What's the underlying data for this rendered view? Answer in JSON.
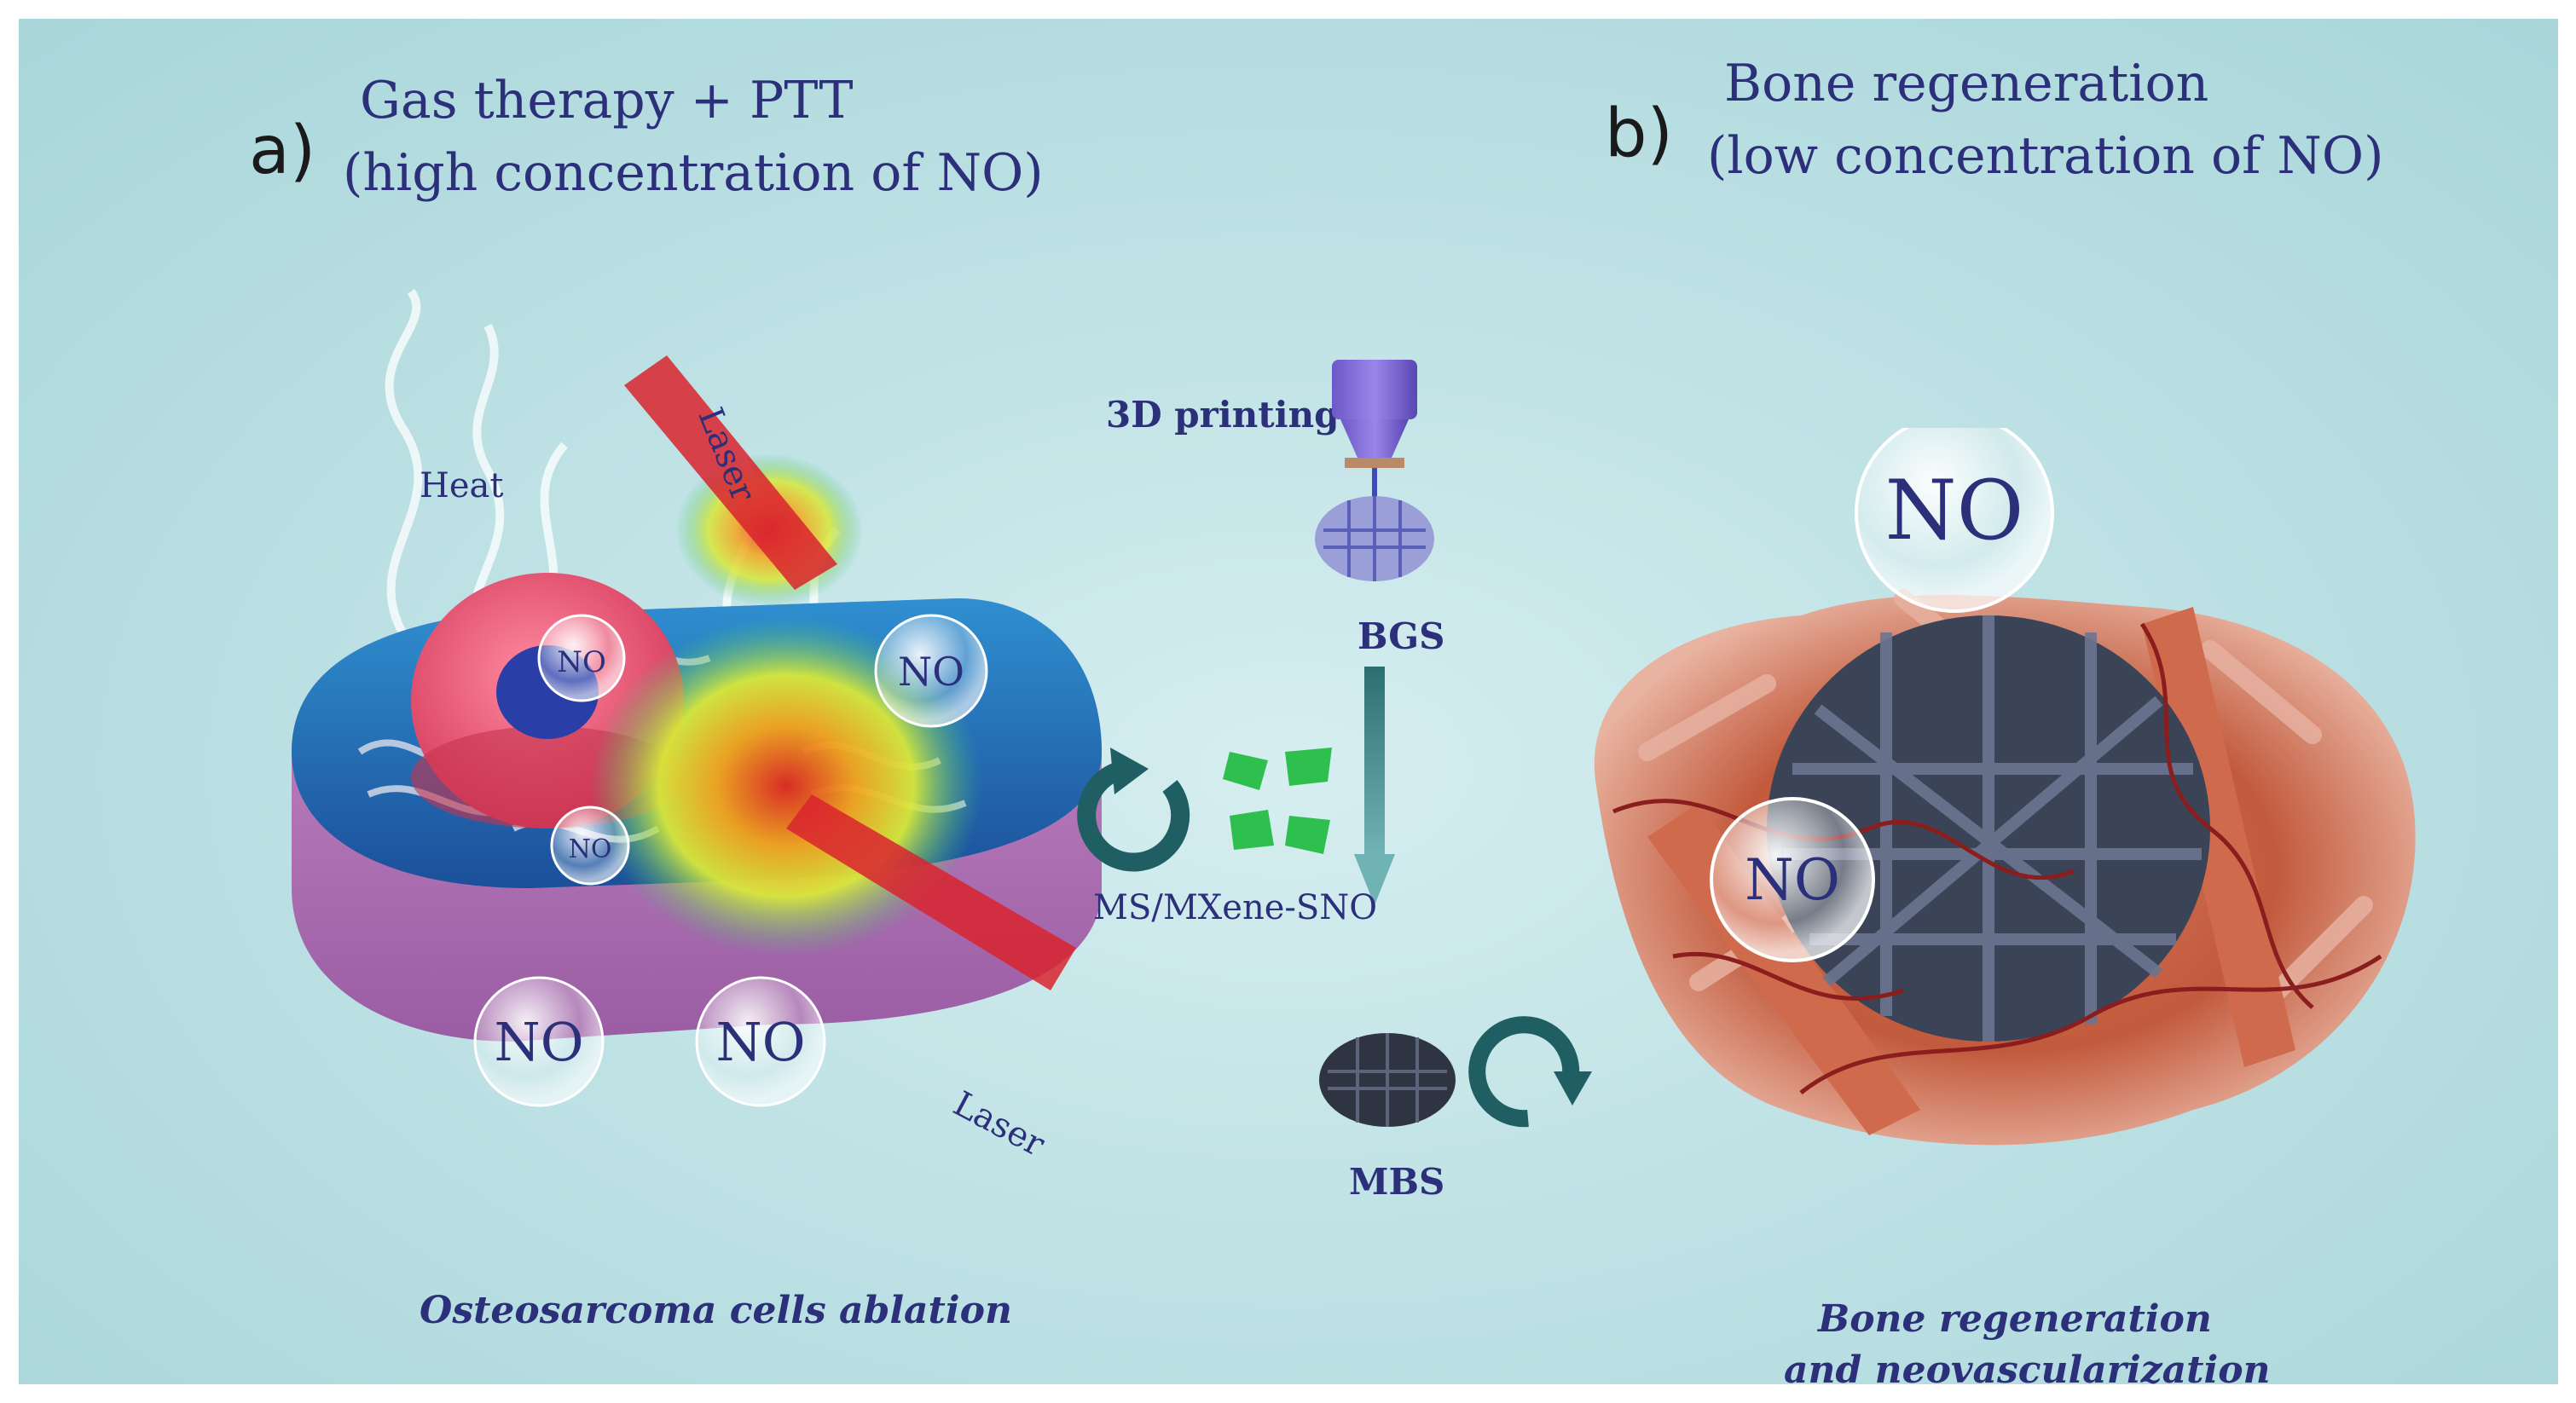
{
  "panel_a": {
    "letter": "a)",
    "title_line1": "Gas therapy + PTT",
    "title_line2": "(high concentration of NO)",
    "caption": "Osteosarcoma cells ablation",
    "heat_label": "Heat",
    "laser_top_label": "Laser",
    "laser_bottom_label": "Laser",
    "bubble_label": "NO"
  },
  "panel_b": {
    "letter": "b)",
    "title_line1": "Bone regeneration",
    "title_line2": "(low concentration of NO)",
    "caption_line1": "Bone regeneration",
    "caption_line2": "and neovascularization",
    "bubble_label": "NO"
  },
  "middle": {
    "printing_label": "3D printing",
    "bgs_label": "BGS",
    "mxene_label": "MS/MXene-SNO",
    "mbs_label": "MBS"
  },
  "colors": {
    "title": "#2c2f7a",
    "laser": "#d9232e",
    "nucleus": "#e8506a",
    "cell_body": "#3a6fc0",
    "cell_rim": "#b77ab8",
    "mxene": "#2fbf4f",
    "scaffold": "#3b4456",
    "bone": "#c95a3f",
    "arrow": "#1f6f73"
  }
}
